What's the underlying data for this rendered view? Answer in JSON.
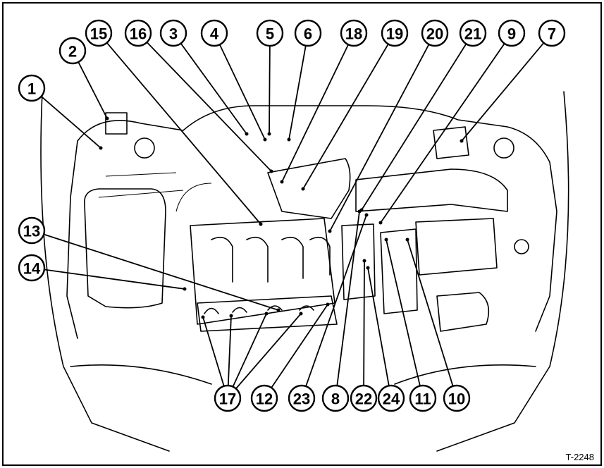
{
  "figure_code": "T-2248",
  "callouts": [
    "1",
    "2",
    "15",
    "16",
    "3",
    "4",
    "5",
    "6",
    "18",
    "19",
    "20",
    "21",
    "9",
    "7",
    "13",
    "14",
    "17",
    "12",
    "23",
    "8",
    "22",
    "24",
    "11",
    "10"
  ]
}
